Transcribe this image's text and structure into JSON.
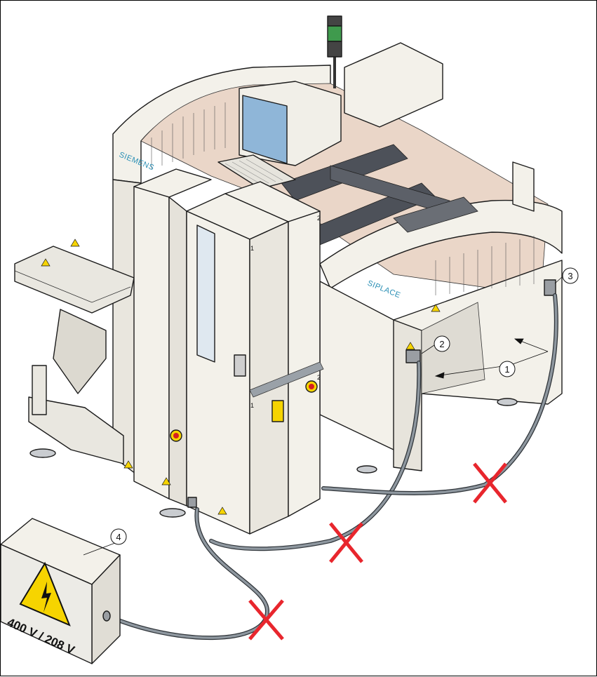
{
  "machine": {
    "brand_left": "SIEMENS",
    "brand_right": "SIPLACE",
    "module_numbers": [
      "1",
      "2",
      "1",
      "2"
    ]
  },
  "power_box": {
    "voltage_label": "400 V / 208 V"
  },
  "callouts": [
    "1",
    "2",
    "3",
    "4"
  ],
  "colors": {
    "machine_body": "#f3f1ea",
    "interior": "#e9d8cb",
    "cable": "#8e979f",
    "cross": "#e8262d",
    "warning_yellow": "#f6d400",
    "screen": "#8fb6d8"
  }
}
